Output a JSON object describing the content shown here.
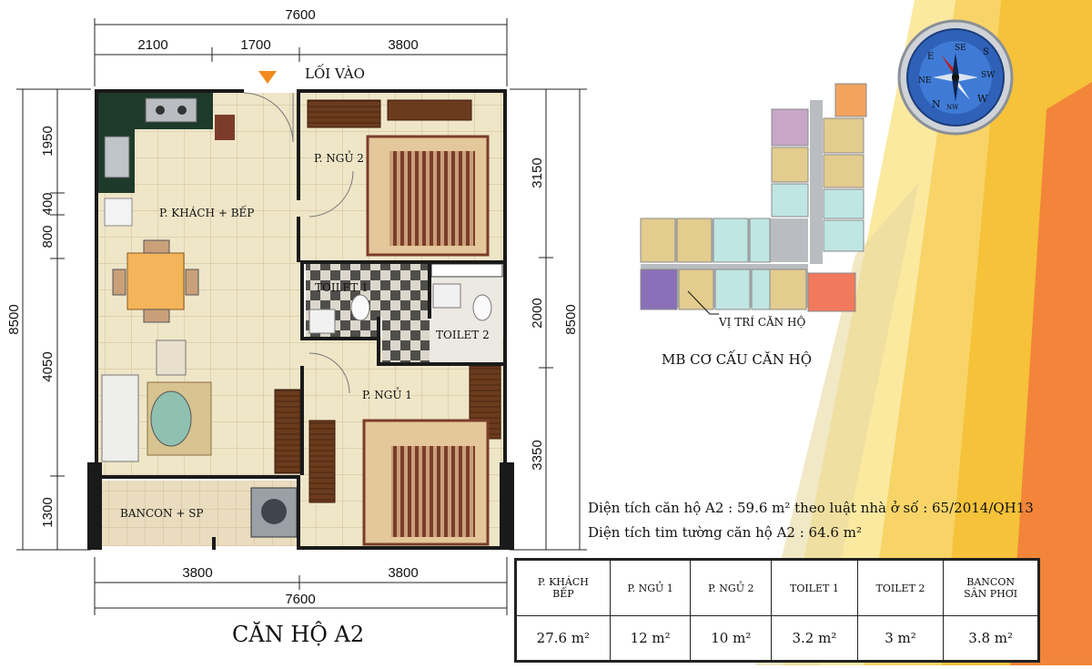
{
  "plan": {
    "title": "CĂN HỘ A2",
    "entry_label": "LỐI VÀO",
    "dims_top": {
      "total": "7600",
      "seg1": "2100",
      "seg2": "1700",
      "seg3": "3800"
    },
    "dims_bottom": {
      "seg1": "3800",
      "seg2": "3800",
      "total": "7600"
    },
    "dims_left": {
      "total": "8500",
      "seg1": "1950",
      "seg2": "400",
      "seg3": "800",
      "seg4": "4050",
      "seg5": "1300"
    },
    "dims_right": {
      "total": "8500",
      "seg1": "3150",
      "seg2": "2000",
      "seg3": "3350"
    },
    "rooms": {
      "living": "P. KHÁCH + BẾP",
      "bed2": "P. NGỦ 2",
      "bed1": "P. NGỦ 1",
      "toilet1": "TOILET 1",
      "toilet2": "TOILET 2",
      "balcony": "BANCON + SP"
    }
  },
  "keyplan": {
    "title": "MB CƠ CẤU CĂN HỘ",
    "location_label": "VỊ TRÍ CĂN HỘ"
  },
  "compass": {
    "n": "N",
    "s": "S",
    "e": "E",
    "w": "W",
    "ne": "NE",
    "se": "SE",
    "sw": "SW",
    "nw": "NW"
  },
  "notes": {
    "line1": "Diện tích căn hộ A2 : 59.6 m² theo luật nhà ở số : 65/2014/QH13",
    "line2": "Diện tích tim tường căn hộ A2 : 64.6 m²"
  },
  "area_table": {
    "headers": [
      "P. KHÁCH\nBẾP",
      "P. NGỦ 1",
      "P. NGỦ 2",
      "TOILET 1",
      "TOILET 2",
      "BANCON\nSÂN PHƠI"
    ],
    "values": [
      "27.6 m²",
      "12 m²",
      "10 m²",
      "3.2 m²",
      "3 m²",
      "3.8 m²"
    ]
  },
  "colors": {
    "wall": "#1a1a1a",
    "floor": "#efe6c8",
    "counter": "#1d3a2a",
    "accent_yellow": "#f5c23a",
    "accent_orange": "#f2853a",
    "keyplan_yellow": "#e3cc8e",
    "keyplan_teal": "#bfe6e3",
    "keyplan_purple": "#8a70b8",
    "keyplan_red": "#f17a5e"
  }
}
